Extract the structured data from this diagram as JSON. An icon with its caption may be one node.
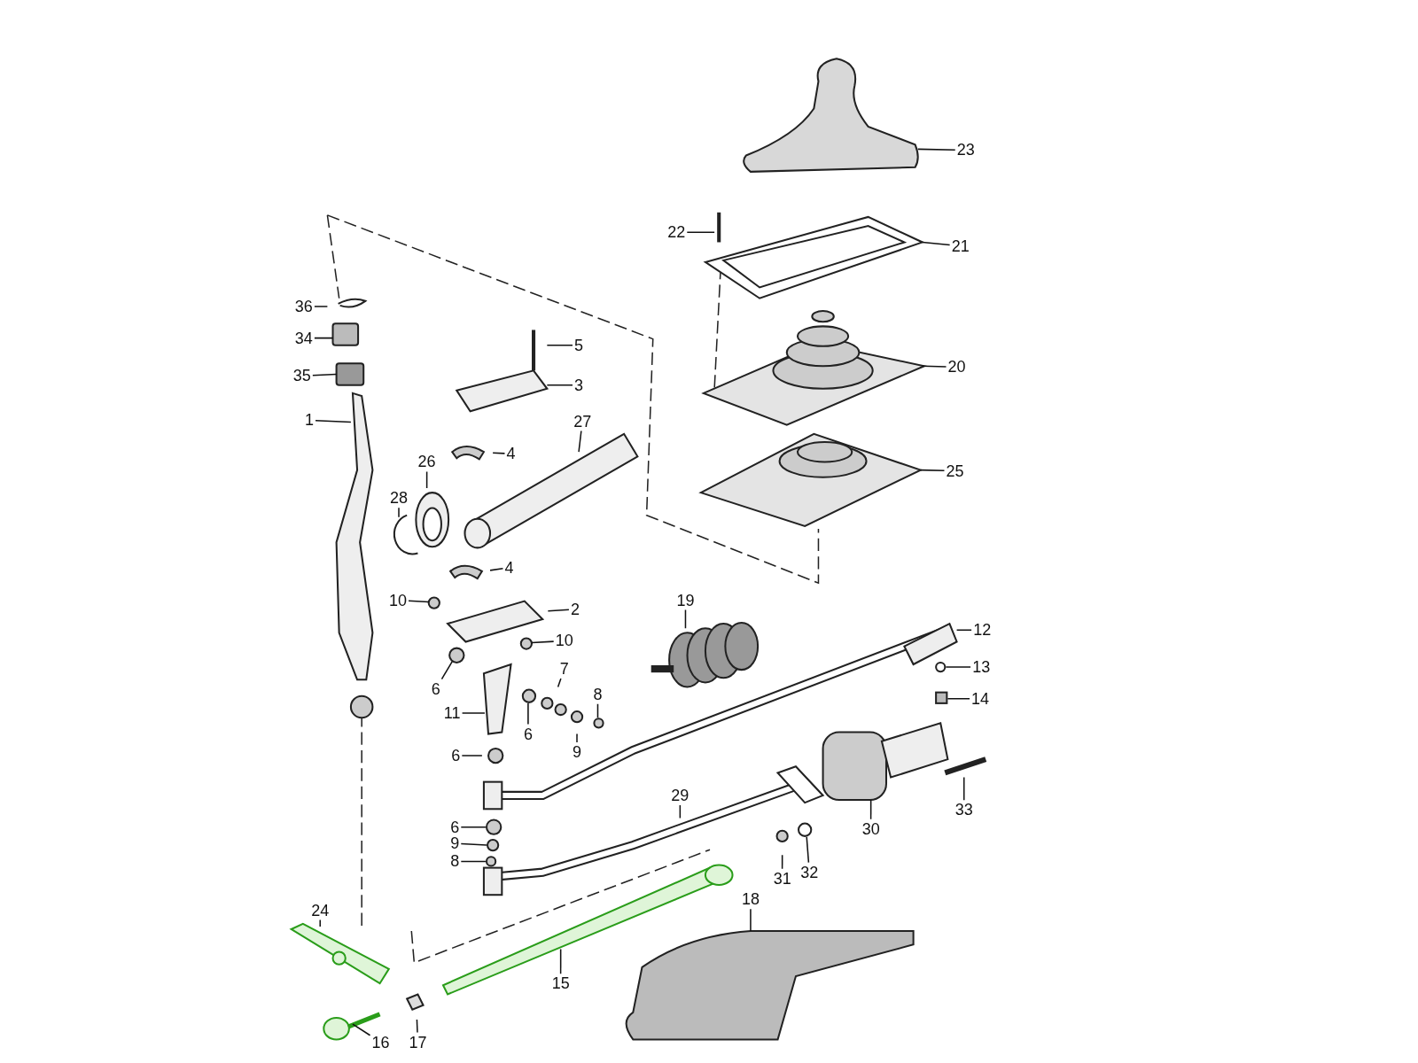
{
  "diagram": {
    "nodes": [
      {
        "text": [
          "23"
        ]
      },
      {
        "text": [
          "22"
        ]
      },
      {
        "text": [
          "21"
        ]
      },
      {
        "text": [
          "36"
        ]
      },
      {
        "text": [
          "34"
        ]
      },
      {
        "text": [
          "5"
        ]
      },
      {
        "text": [
          "20"
        ]
      },
      {
        "text": [
          "35"
        ]
      },
      {
        "text": [
          "3"
        ]
      },
      {
        "text": [
          "1"
        ]
      },
      {
        "text": [
          "27"
        ]
      },
      {
        "text": [
          "4"
        ]
      },
      {
        "text": [
          "26"
        ]
      },
      {
        "text": [
          "28"
        ]
      },
      {
        "text": [
          "25"
        ]
      },
      {
        "text": [
          "4"
        ]
      },
      {
        "text": [
          "19"
        ]
      },
      {
        "text": [
          "10"
        ]
      },
      {
        "text": [
          "2"
        ]
      },
      {
        "text": [
          "12"
        ]
      },
      {
        "text": [
          "10"
        ]
      },
      {
        "text": [
          "7"
        ]
      },
      {
        "text": [
          "13"
        ]
      },
      {
        "text": [
          "6"
        ]
      },
      {
        "text": [
          "8"
        ]
      },
      {
        "text": [
          "14"
        ]
      },
      {
        "text": [
          "11"
        ]
      },
      {
        "text": [
          "6"
        ]
      },
      {
        "text": [
          "9"
        ]
      },
      {
        "text": [
          "6"
        ]
      },
      {
        "text": [
          "33"
        ]
      },
      {
        "text": [
          "29"
        ]
      },
      {
        "text": [
          "30"
        ]
      },
      {
        "text": [
          "6"
        ]
      },
      {
        "text": [
          "9"
        ]
      },
      {
        "text": [
          "8"
        ]
      },
      {
        "text": [
          "31"
        ]
      },
      {
        "text": [
          "32"
        ]
      },
      {
        "text": [
          "24"
        ]
      },
      {
        "text": [
          "18"
        ]
      },
      {
        "text": [
          "15"
        ]
      },
      {
        "text": [
          "16"
        ]
      },
      {
        "text": [
          "17"
        ]
      }
    ],
    "edges": [
      {
        "from": 0,
        "to": null,
        "arrow": "none"
      },
      {
        "from": 1,
        "to": null,
        "arrow": "none"
      },
      {
        "from": 2,
        "to": null,
        "arrow": "none"
      },
      {
        "from": 3,
        "to": null,
        "arrow": "none"
      },
      {
        "from": 4,
        "to": null,
        "arrow": "none"
      },
      {
        "from": 5,
        "to": null,
        "arrow": "none"
      },
      {
        "from": 6,
        "to": null,
        "arrow": "none"
      },
      {
        "from": 7,
        "to": null,
        "arrow": "none"
      },
      {
        "from": 8,
        "to": null,
        "arrow": "none"
      },
      {
        "from": 9,
        "to": null,
        "arrow": "none"
      },
      {
        "from": 10,
        "to": null,
        "arrow": "none"
      },
      {
        "from": 11,
        "to": null,
        "arrow": "none"
      },
      {
        "from": 12,
        "to": null,
        "arrow": "none"
      },
      {
        "from": 13,
        "to": null,
        "arrow": "none"
      },
      {
        "from": 14,
        "to": null,
        "arrow": "none"
      },
      {
        "from": 15,
        "to": null,
        "arrow": "none"
      },
      {
        "from": 16,
        "to": null,
        "arrow": "none"
      },
      {
        "from": 17,
        "to": null,
        "arrow": "none"
      },
      {
        "from": 18,
        "to": null,
        "arrow": "none"
      },
      {
        "from": 19,
        "to": null,
        "arrow": "none"
      },
      {
        "from": 20,
        "to": null,
        "arrow": "none"
      },
      {
        "from": 21,
        "to": null,
        "arrow": "none"
      },
      {
        "from": 22,
        "to": null,
        "arrow": "none"
      },
      {
        "from": 23,
        "to": null,
        "arrow": "none"
      },
      {
        "from": 24,
        "to": null,
        "arrow": "none"
      },
      {
        "from": 25,
        "to": null,
        "arrow": "none"
      },
      {
        "from": 26,
        "to": null,
        "arrow": "none"
      },
      {
        "from": 27,
        "to": null,
        "arrow": "none"
      },
      {
        "from": 28,
        "to": null,
        "arrow": "none"
      },
      {
        "from": 29,
        "to": null,
        "arrow": "none"
      },
      {
        "from": 30,
        "to": null,
        "arrow": "none"
      },
      {
        "from": 31,
        "to": null,
        "arrow": "none"
      },
      {
        "from": 32,
        "to": null,
        "arrow": "none"
      },
      {
        "from": 33,
        "to": null,
        "arrow": "none"
      },
      {
        "from": 34,
        "to": null,
        "arrow": "none"
      },
      {
        "from": 35,
        "to": null,
        "arrow": "none"
      },
      {
        "from": 36,
        "to": null,
        "arrow": "none"
      },
      {
        "from": 37,
        "to": null,
        "arrow": "none"
      },
      {
        "from": 38,
        "to": null,
        "arrow": "none"
      },
      {
        "from": 39,
        "to": null,
        "arrow": "none"
      },
      {
        "from": 40,
        "to": null,
        "arrow": "none"
      },
      {
        "from": 41,
        "to": null,
        "arrow": "none"
      },
      {
        "from": 42,
        "to": null,
        "arrow": "none"
      }
    ]
  }
}
